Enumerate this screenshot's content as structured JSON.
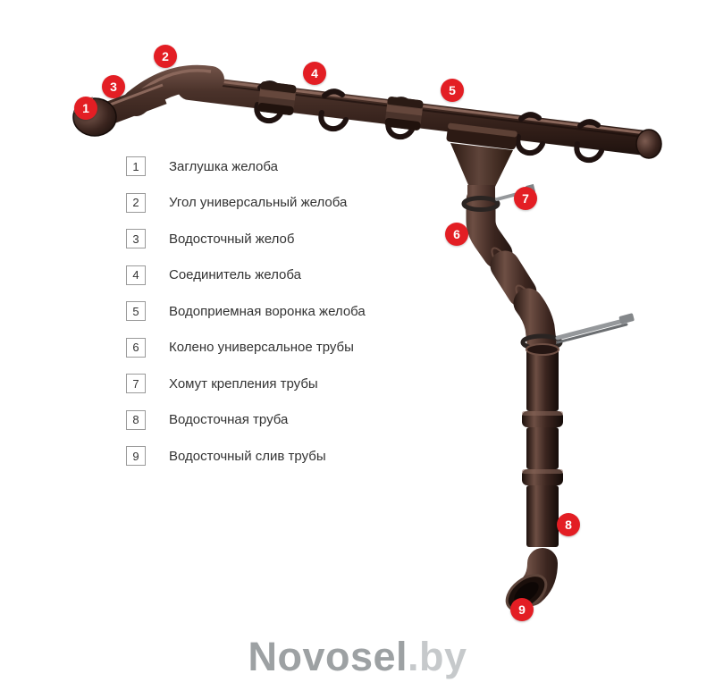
{
  "page": {
    "background": "#ffffff"
  },
  "legend": {
    "items": [
      {
        "number": "1",
        "label": "Заглушка желоба"
      },
      {
        "number": "2",
        "label": "Угол универсальный желоба"
      },
      {
        "number": "3",
        "label": "Водосточный желоб"
      },
      {
        "number": "4",
        "label": "Соединитель желоба"
      },
      {
        "number": "5",
        "label": "Водоприемная воронка желоба"
      },
      {
        "number": "6",
        "label": "Колено универсальное трубы"
      },
      {
        "number": "7",
        "label": "Хомут крепления трубы"
      },
      {
        "number": "8",
        "label": "Водосточная труба"
      },
      {
        "number": "9",
        "label": "Водосточный слив трубы"
      }
    ]
  },
  "markers": {
    "color": "#e31e24",
    "text_color": "#ffffff"
  },
  "illustration": {
    "subject": "gutter-drainage-system",
    "base_color": "#3b251f",
    "highlight_color": "#8a675b",
    "shadow_color": "#150c09",
    "metal_color": "#95989b"
  },
  "watermark": {
    "brand": "Novosel",
    "domain": ".by",
    "brand_color": "#9da1a3",
    "domain_color": "#c6c9cb"
  }
}
